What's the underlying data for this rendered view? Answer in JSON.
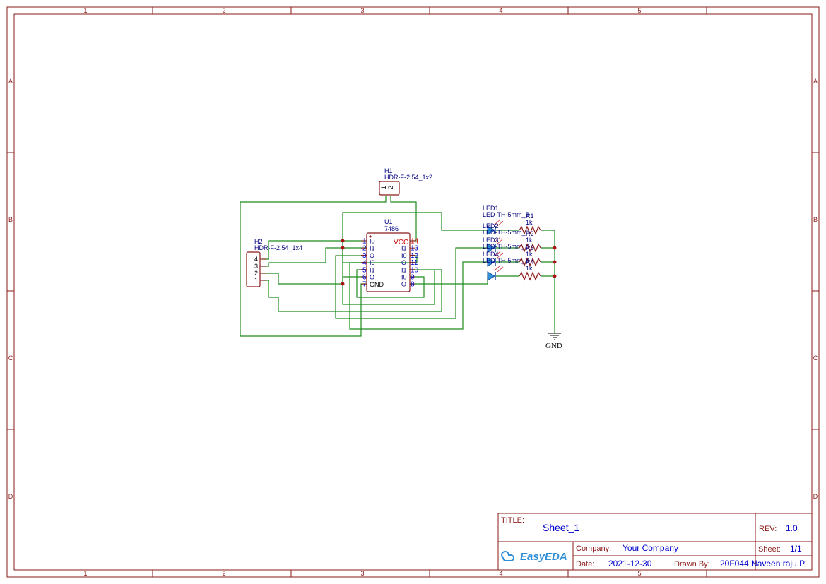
{
  "frame": {
    "columns": [
      "1",
      "2",
      "3",
      "4",
      "5"
    ],
    "rows": [
      "A",
      "B",
      "C",
      "D"
    ]
  },
  "components": {
    "h1": {
      "ref": "H1",
      "value": "HDR-F-2.54_1x2",
      "pins": [
        "1",
        "2"
      ]
    },
    "h2": {
      "ref": "H2",
      "value": "HDR-F-2.54_1x4",
      "pins": [
        "4",
        "3",
        "2",
        "1"
      ]
    },
    "u1": {
      "ref": "U1",
      "value": "7486",
      "vcc": "VCC",
      "gnd": "GND",
      "left_pin_numbers": [
        "1",
        "2",
        "3",
        "4",
        "5",
        "6",
        "7"
      ],
      "left_pin_names": [
        "I0",
        "I1",
        "O",
        "I0",
        "I1",
        "O"
      ],
      "right_pin_numbers": [
        "14",
        "13",
        "12",
        "11",
        "10",
        "9",
        "8"
      ],
      "right_pin_names": [
        "I1",
        "I0",
        "O",
        "I1",
        "I0",
        "O"
      ]
    },
    "leds": [
      {
        "ref": "LED1",
        "value": "LED-TH-5mm_B"
      },
      {
        "ref": "LED2",
        "value": "LED-TH-5mm_B"
      },
      {
        "ref": "LED3",
        "value": "LED-TH-5mm_B"
      },
      {
        "ref": "LED4",
        "value": "LED-TH-5mm_B"
      }
    ],
    "resistors": [
      {
        "ref": "R1",
        "value": "1k"
      },
      {
        "ref": "R2",
        "value": "1k"
      },
      {
        "ref": "R3",
        "value": "1k"
      },
      {
        "ref": "R4",
        "value": "1k"
      }
    ],
    "gnd": {
      "label": "GND"
    }
  },
  "title_block": {
    "title_label": "TITLE:",
    "title": "Sheet_1",
    "rev_label": "REV:",
    "rev": "1.0",
    "company_label": "Company:",
    "company": "Your Company",
    "sheet_label": "Sheet:",
    "sheet": "1/1",
    "date_label": "Date:",
    "date": "2021-12-30",
    "drawn_by_label": "Drawn By:",
    "drawn_by": "20F044 Naveen raju P",
    "logo": "EasyEDA"
  },
  "colors": {
    "frame": "#8b1a1a",
    "wire": "#1c8c1c",
    "junction": "#aa1111",
    "text_blue": "#0000cc",
    "led": "#2f8fd8"
  }
}
